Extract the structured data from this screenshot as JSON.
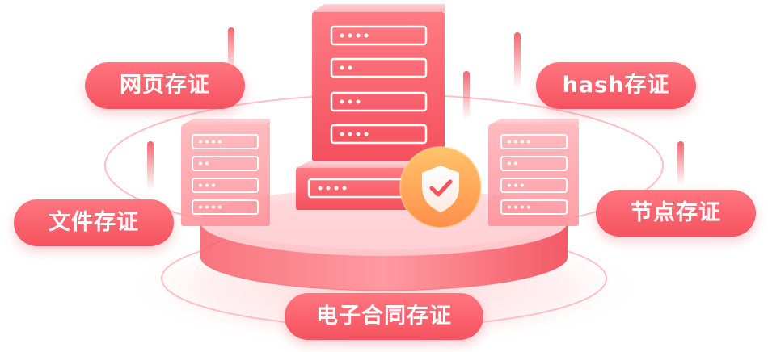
{
  "labels": {
    "web": "网页存证",
    "hash": "hash存证",
    "file": "文件存证",
    "node": "节点存证",
    "contract": "电子合同存证"
  },
  "colors": {
    "primary": "#f5535f",
    "light": "#ff7e87",
    "pale": "#ffe3e5",
    "shield": "#ffb05a"
  },
  "icons": {
    "shield": "shield-check-icon"
  }
}
